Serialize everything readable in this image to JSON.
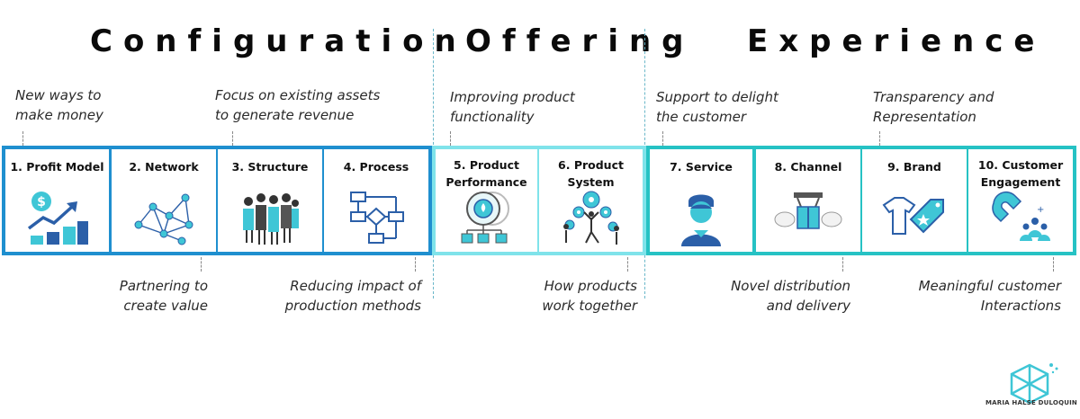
{
  "sections": {
    "configuration": "Configuration",
    "offering": "Offering",
    "experience": "Experience"
  },
  "annotations_top": {
    "new_ways": [
      "New ways to",
      "make money"
    ],
    "focus_assets": [
      "Focus on existing assets",
      "to generate revenue"
    ],
    "improving": [
      "Improving product",
      "functionality"
    ],
    "support": [
      "Support to delight",
      "the customer"
    ],
    "transparency": [
      "Transparency and",
      "Representation"
    ]
  },
  "annotations_bottom": {
    "partnering": [
      "Partnering to",
      "create value"
    ],
    "reducing": [
      "Reducing impact of",
      "production methods"
    ],
    "how_products": [
      "How products",
      "work together"
    ],
    "novel": [
      "Novel distribution",
      "and delivery"
    ],
    "meaningful": [
      "Meaningful customer",
      "Interactions"
    ]
  },
  "types": [
    {
      "label": "1. Profit Model",
      "icon": "profit-chart-icon"
    },
    {
      "label": "2. Network",
      "icon": "network-icon"
    },
    {
      "label": "3. Structure",
      "icon": "people-group-icon"
    },
    {
      "label": "4. Process",
      "icon": "flowchart-icon"
    },
    {
      "label_lines": [
        "5. Product",
        "Performance"
      ],
      "icon": "product-gauge-icon"
    },
    {
      "label": "6. Product System",
      "icon": "gears-people-icon"
    },
    {
      "label": "7. Service",
      "icon": "service-agent-icon"
    },
    {
      "label": "8. Channel",
      "icon": "delivery-drone-icon"
    },
    {
      "label": "9. Brand",
      "icon": "brand-tag-icon"
    },
    {
      "label_lines": [
        "10. Customer",
        "Engagement"
      ],
      "icon": "magnet-customers-icon"
    }
  ],
  "logo": {
    "text": "MARIA HALSE DULOQUIN",
    "icon": "cube-logo-icon"
  },
  "colors": {
    "configuration_border": "#1f8fcf",
    "offering_border": "#7fe3ea",
    "experience_border": "#26c2c4",
    "icon_blue": "#2b5fa8",
    "icon_cyan": "#3fc6d6"
  }
}
